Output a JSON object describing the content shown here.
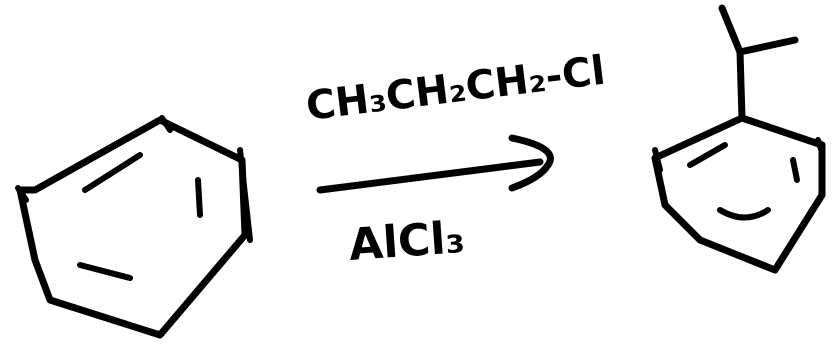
{
  "diagram": {
    "reagent_top": "CH₃CH₂CH₂-Cl",
    "reagent_bottom": "AlCl₃",
    "ink_color": "#000000",
    "background": "#ffffff",
    "reactant": "benzene",
    "product": "isopropylbenzene"
  }
}
